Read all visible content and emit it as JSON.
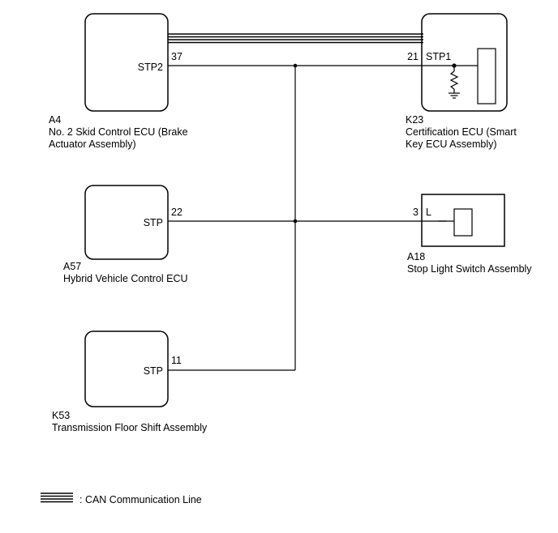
{
  "components": [
    {
      "id": "A4",
      "name_lines": [
        "No. 2 Skid Control ECU (Brake",
        "Actuator Assembly)"
      ],
      "terminal_name": "STP2",
      "pin": "37"
    },
    {
      "id": "A57",
      "name_lines": [
        "Hybrid Vehicle Control ECU"
      ],
      "terminal_name": "STP",
      "pin": "22"
    },
    {
      "id": "K53",
      "name_lines": [
        "Transmission Floor Shift Assembly"
      ],
      "terminal_name": "STP",
      "pin": "11"
    },
    {
      "id": "K23",
      "name_lines": [
        "Certification ECU (Smart",
        "Key ECU Assembly)"
      ],
      "terminal_name": "STP1",
      "pin": "21"
    },
    {
      "id": "A18",
      "name_lines": [
        "Stop Light Switch Assembly"
      ],
      "terminal_name": "L",
      "pin": "3"
    }
  ],
  "legend": {
    "label": ": CAN Communication Line"
  }
}
